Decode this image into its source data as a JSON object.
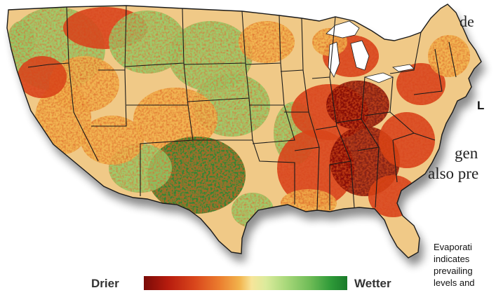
{
  "map": {
    "colors": {
      "driest": "#7a0b08",
      "dry": "#d9461c",
      "moderate": "#f2b34c",
      "neutral": "#f5e8a8",
      "wet": "#8fcd69",
      "wettest": "#1a7b2a",
      "lakes": "#ffffff",
      "borders": "#1a1a1a"
    }
  },
  "legend": {
    "low_label": "Drier",
    "high_label": "Wetter"
  },
  "text_fragments": {
    "line_1": "de",
    "line_2": "L",
    "line_3": "gen",
    "line_4": "also pre"
  },
  "caption": {
    "lines": [
      "Evaporati",
      "indicates",
      "prevailing",
      "levels and"
    ]
  }
}
